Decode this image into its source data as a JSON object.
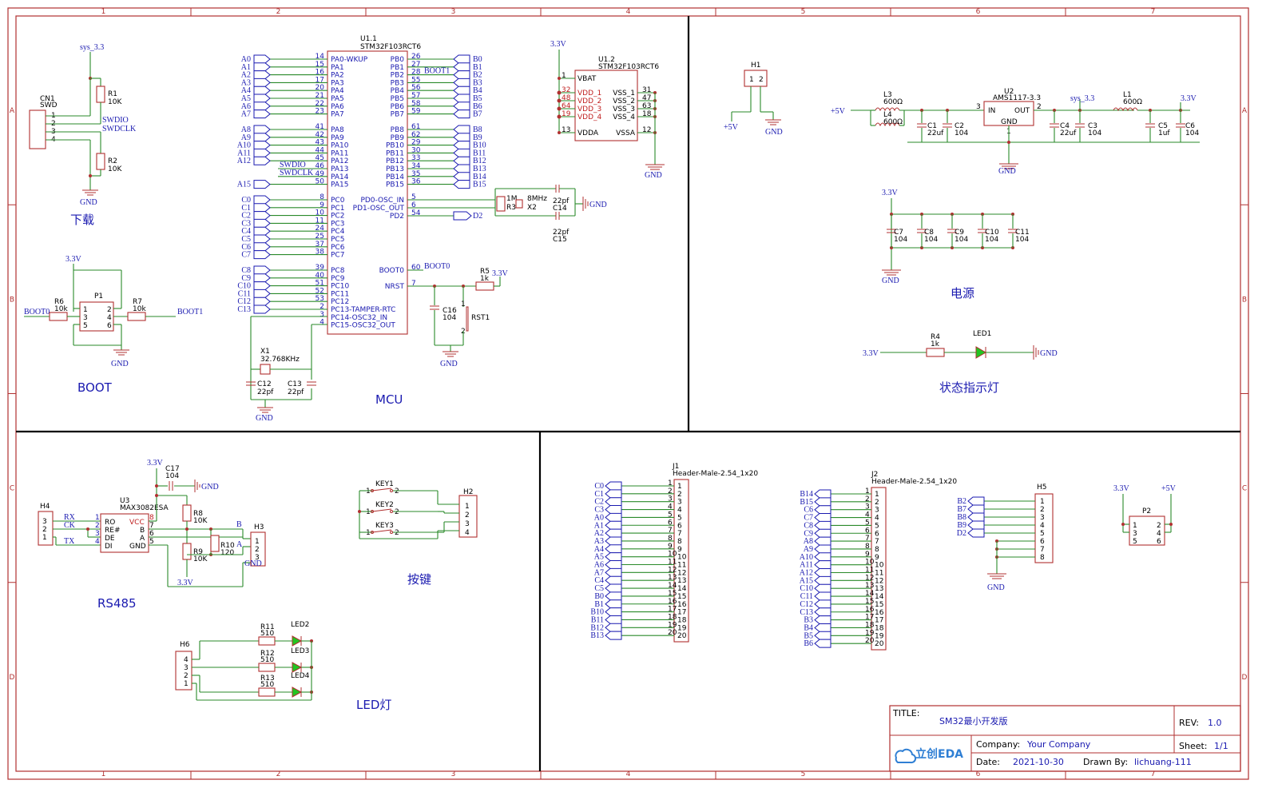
{
  "zones": {
    "cols": [
      "1",
      "2",
      "3",
      "4",
      "5",
      "6",
      "7"
    ],
    "rows": [
      "A",
      "B",
      "C",
      "D"
    ]
  },
  "sections": {
    "download": "下载",
    "boot": "BOOT",
    "mcu": "MCU",
    "power": "电源",
    "status_led": "状态指示灯",
    "rs485": "RS485",
    "keys": "按键",
    "led": "LED灯"
  },
  "nets": {
    "sys33": "sys_3.3",
    "v33": "3.3V",
    "v5": "+5V",
    "gnd": "GND",
    "swdio": "SWDIO",
    "swdclk": "SWDCLK",
    "boot0": "BOOT0",
    "boot1": "BOOT1"
  },
  "swd": {
    "ref": "CN1",
    "name": "SWD",
    "pins": [
      "1",
      "2",
      "3",
      "4"
    ],
    "r1": "R1",
    "r1v": "10K",
    "r2": "R2",
    "r2v": "10K"
  },
  "bootblock": {
    "p1": "P1",
    "r6": "R6",
    "r6v": "10k",
    "r7": "R7",
    "r7v": "10k",
    "pins": [
      "1",
      "2",
      "3",
      "4",
      "5",
      "6"
    ]
  },
  "mcu": {
    "ref": "U1.1",
    "part": "STM32F103RCT6",
    "left_nets": [
      "A0",
      "A1",
      "A2",
      "A3",
      "A4",
      "A5",
      "A6",
      "A7",
      "A8",
      "A9",
      "A10",
      "A11",
      "A12",
      "A15",
      "C0",
      "C1",
      "C2",
      "C3",
      "C4",
      "C5",
      "C6",
      "C7",
      "C8",
      "C9",
      "C10",
      "C11",
      "C12",
      "C13"
    ],
    "left_pins": [
      "PA0-WKUP",
      "PA1",
      "PA2",
      "PA3",
      "PA4",
      "PA5",
      "PA6",
      "PA7",
      "PA8",
      "PA9",
      "PA10",
      "PA11",
      "PA12",
      "PA13",
      "PA14",
      "PA15",
      "PC0",
      "PC1",
      "PC2",
      "PC3",
      "PC4",
      "PC5",
      "PC6",
      "PC7",
      "PC8",
      "PC9",
      "PC10",
      "PC11",
      "PC12",
      "PC13-TAMPER-RTC",
      "PC14-OSC32_IN",
      "PC15-OSC32_OUT"
    ],
    "left_nums": [
      "14",
      "15",
      "16",
      "17",
      "20",
      "21",
      "22",
      "23",
      "41",
      "42",
      "43",
      "44",
      "45",
      "46",
      "49",
      "50",
      "8",
      "9",
      "10",
      "11",
      "24",
      "25",
      "37",
      "38",
      "39",
      "40",
      "51",
      "52",
      "53",
      "2",
      "3",
      "4"
    ],
    "right_pins": [
      "PB0",
      "PB1",
      "PB2",
      "PB3",
      "PB4",
      "PB5",
      "PB6",
      "PB7",
      "PB8",
      "PB9",
      "PB10",
      "PB11",
      "PB12",
      "PB13",
      "PB14",
      "PB15",
      "PD0-OSC_IN",
      "PD1-OSC_OUT",
      "PD2",
      "BOOT0",
      "NRST"
    ],
    "right_nums": [
      "26",
      "27",
      "28",
      "55",
      "56",
      "57",
      "58",
      "59",
      "61",
      "62",
      "29",
      "30",
      "33",
      "34",
      "35",
      "36",
      "5",
      "6",
      "54",
      "60",
      "7"
    ],
    "right_nets": [
      "B0",
      "B1",
      "B2",
      "B3",
      "B4",
      "B5",
      "B6",
      "B7",
      "B8",
      "B9",
      "B10",
      "B11",
      "B12",
      "B13",
      "B14",
      "B15",
      "D2"
    ],
    "x1": "X1",
    "x1v": "32.768KHz",
    "c12": "C12",
    "c12v": "22pf",
    "c13": "C13",
    "c13v": "22pf",
    "r3": "R3",
    "r3v": "1M",
    "x2": "X2",
    "x2v": "8MHz",
    "c14": "C14",
    "c14v": "22pf",
    "c15": "C15",
    "c15v": "22pf",
    "r5": "R5",
    "r5v": "1k",
    "c16": "C16",
    "c16v": "104",
    "rst": "RST1",
    "rst_pins": [
      "1",
      "2"
    ]
  },
  "mcu2": {
    "ref": "U1.2",
    "part": "STM32F103RCT6",
    "left_pins": [
      "VBAT",
      "VDD_1",
      "VDD_2",
      "VDD_3",
      "VDD_4",
      "VDDA"
    ],
    "left_nums": [
      "1",
      "32",
      "48",
      "64",
      "19",
      "13"
    ],
    "right_pins": [
      "VSS_1",
      "VSS_2",
      "VSS_3",
      "VSS_4",
      "VSSA"
    ],
    "right_nums": [
      "31",
      "47",
      "63",
      "18",
      "12"
    ]
  },
  "h1": {
    "ref": "H1",
    "pins": [
      "1",
      "2"
    ]
  },
  "power": {
    "l3": "L3",
    "l3v": "600Ω",
    "l4": "L4",
    "l4v": "600Ω",
    "c1": "C1",
    "c1v": "22uf",
    "c2": "C2",
    "c2v": "104",
    "u2": "U2",
    "u2v": "AMS1117-3.3",
    "in": "IN",
    "out": "OUT",
    "gndpin": "GND",
    "pin_in": "3",
    "pin_out": "2",
    "pin_gnd": "1",
    "c4": "C4",
    "c4v": "22uf",
    "c3": "C3",
    "c3v": "104",
    "l1": "L1",
    "l1v": "600Ω",
    "c5": "C5",
    "c5v": "1uf",
    "c6": "C6",
    "c6v": "104",
    "decaps": [
      [
        "C7",
        "104"
      ],
      [
        "C8",
        "104"
      ],
      [
        "C9",
        "104"
      ],
      [
        "C10",
        "104"
      ],
      [
        "C11",
        "104"
      ]
    ]
  },
  "status": {
    "r4": "R4",
    "r4v": "1k",
    "led1": "LED1"
  },
  "rs485": {
    "h4": "H4",
    "h4pins": [
      "3",
      "2",
      "1"
    ],
    "rx": "RX",
    "ck": "CK",
    "tx": "TX",
    "u3": "U3",
    "u3v": "MAX3082ESA",
    "lpins": [
      "RO",
      "RE#",
      "DE",
      "DI"
    ],
    "lnums": [
      "1",
      "2",
      "3",
      "4"
    ],
    "rpins": [
      "VCC",
      "B",
      "A",
      "GND"
    ],
    "rnums": [
      "8",
      "7",
      "6",
      "5"
    ],
    "c17": "C17",
    "c17v": "104",
    "r8": "R8",
    "r8v": "10K",
    "r9": "R9",
    "r9v": "10K",
    "r10": "R10",
    "r10v": "120",
    "h3": "H3",
    "h3pins": [
      "1",
      "2",
      "3"
    ],
    "b": "B",
    "a": "A"
  },
  "keys": {
    "labels": [
      "KEY1",
      "KEY2",
      "KEY3"
    ],
    "h2": "H2",
    "h2pins": [
      "1",
      "2",
      "3",
      "4"
    ],
    "kp": [
      "1",
      "2"
    ]
  },
  "ledsec": {
    "h6": "H6",
    "h6pins": [
      "4",
      "3",
      "2",
      "1"
    ],
    "rows": [
      [
        "R11",
        "510",
        "LED2"
      ],
      [
        "R12",
        "510",
        "LED3"
      ],
      [
        "R13",
        "510",
        "LED4"
      ]
    ]
  },
  "j1": {
    "ref": "J1",
    "part": "Header-Male-2.54_1x20",
    "nets": [
      "C0",
      "C1",
      "C2",
      "C3",
      "A0",
      "A1",
      "A2",
      "A3",
      "A4",
      "A5",
      "A6",
      "A7",
      "C4",
      "C5",
      "B0",
      "B1",
      "B10",
      "B11",
      "B12",
      "B13"
    ],
    "nums": [
      "1",
      "2",
      "3",
      "4",
      "5",
      "6",
      "7",
      "8",
      "9",
      "10",
      "11",
      "12",
      "13",
      "14",
      "15",
      "16",
      "17",
      "18",
      "19",
      "20"
    ]
  },
  "j2": {
    "ref": "J2",
    "part": "Header-Male-2.54_1x20",
    "nets": [
      "B14",
      "B15",
      "C6",
      "C7",
      "C8",
      "C9",
      "A8",
      "A9",
      "A10",
      "A11",
      "A12",
      "A15",
      "C10",
      "C11",
      "C12",
      "C13",
      "B3",
      "B4",
      "B5",
      "B6"
    ],
    "nums": [
      "1",
      "2",
      "3",
      "4",
      "5",
      "6",
      "7",
      "8",
      "9",
      "10",
      "11",
      "12",
      "13",
      "14",
      "15",
      "16",
      "17",
      "18",
      "19",
      "20"
    ]
  },
  "h5": {
    "ref": "H5",
    "nets": [
      "B2",
      "B7",
      "B8",
      "B9",
      "D2"
    ],
    "pins": [
      "1",
      "2",
      "3",
      "4",
      "5",
      "6",
      "7",
      "8"
    ]
  },
  "p2": {
    "ref": "P2",
    "pins": [
      "1",
      "2",
      "3",
      "4",
      "5",
      "6"
    ]
  },
  "titleblock": {
    "title_label": "TITLE:",
    "title": "SM32最小开发版",
    "rev_label": "REV:",
    "rev": "1.0",
    "company_label": "Company:",
    "company": "Your Company",
    "sheet_label": "Sheet:",
    "sheet": "1/1",
    "date_label": "Date:",
    "date": "2021-10-30",
    "drawn_label": "Drawn By:",
    "drawn": "lichuang-111",
    "logo": "立创EDA"
  }
}
